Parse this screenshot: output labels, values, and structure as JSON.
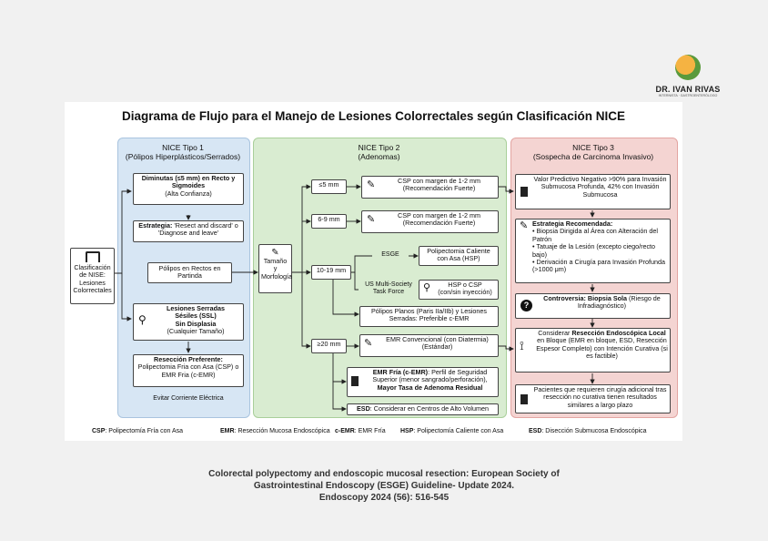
{
  "logo": {
    "name": "DR. IVAN RIVAS",
    "subtitle": "INTERNISTA · GASTROENTERÓLOGO"
  },
  "title": "Diagrama de Flujo para el Manejo de Lesiones Colorrectales según Clasificación NICE",
  "start": {
    "line1": "Clasificación",
    "line2": "de NISE:",
    "line3": "Lesiones",
    "line4": "Colorrectales"
  },
  "size_node": {
    "line1": "Tamaño y",
    "line2": "Morfología"
  },
  "nice1": {
    "header1": "NICE Tipo 1",
    "header2": "(Pólipos Hiperplásticos/Serrados)",
    "diminutas_bold": "Diminutas (≤5 mm) en Recto y Sigmoides",
    "diminutas_sub": "(Alta Confianza)",
    "estrategia_bold": "Estrategia:",
    "estrategia_text": " 'Resect and discard' o 'Diagnose and leave'",
    "polipos_recto": "Pólipos en Rectos en Partinda",
    "ssl_l1": "Lesiones Serradas",
    "ssl_l2": "Sésiles (SSL)",
    "ssl_l3": "Sin Displasia",
    "ssl_l4": "(Cualquier Tamaño)",
    "reseccion_bold": "Resección Preferente:",
    "reseccion_text": "Polipectomia Fria con Asa (CSP) o EMR Fria (c-EMR)",
    "evitar": "Evitar Corriente Eléctrica"
  },
  "nice2": {
    "header1": "NICE Tipo 2",
    "header2": "(Adenomas)",
    "size1": "≤5 mm",
    "size2": "6-9 mm",
    "size3": "10-19 mm",
    "size4": "≥20 mm",
    "csp1_l1": "CSP con margen de 1-2 mm",
    "csp1_l2": "(Recomendación Fuerte)",
    "csp2_l1": "CSP con margen de 1-2 mm",
    "csp2_l2": "(Recomendación Fuerte)",
    "esge_label": "ESGE",
    "hsp_l1": "Polipectomia Caliente",
    "hsp_l2": "con Asa (HSP)",
    "us_label": "US Multi-Society Task Force",
    "hsp_csp_l1": "HSP o CSP",
    "hsp_csp_l2": "(con/sin inyección)",
    "planos": "Pólipos Planos (Paris IIa/IIb) y Lesiones Serradas: Preferible c-EMR",
    "emr_conv_l1": "EMR Convencional (con Diatermia)",
    "emr_conv_l2": "(Estándar)",
    "emr_fria_bold": "EMR Fría (c-EMR)",
    "emr_fria_text": ": Perfil de Seguridad Superior (menor sangrado/perforación), ",
    "emr_fria_bold2": "Mayor Tasa de Adenoma Residual",
    "esd_bold": "ESD",
    "esd_text": ": Considerar en Centros de Alto Volumen"
  },
  "nice3": {
    "header1": "NICE Tipo 3",
    "header2": "(Sospecha de Carcinoma Invasivo)",
    "vpn": "Valor Predictivo Negativo >90% para Invasión Submucosa Profunda, 42% con Invasión Submucosa",
    "estrategia_title": "Estrategia Recomendada:",
    "bullet1": "Biopsia Dirigida al Área con Alteración del Patrón",
    "bullet2": "Tatuaje de la Lesión (excepto ciego/recto bajo)",
    "bullet3": "Derivación a Cirugía para Invasión Profunda (>1000 μm)",
    "controversia_bold": "Controversia: Biopsia Sola",
    "controversia_text": " (Riesgo de Infradiagnóstico)",
    "considerar_l1": "Considerar ",
    "considerar_bold": "Resección Endoscópica Local",
    "considerar_text": " en Bloque (EMR en bloque, ESD, Resección Espesor Completo) con Intención Curativa (si es factible)",
    "pacientes": "Pacientes que requieren cirugía adicional tras resección no curativa tienen resultados similares a largo plazo"
  },
  "legend": [
    {
      "abbr": "CSP",
      "text": ": Polipectomía Fría con Asa"
    },
    {
      "abbr": "EMR",
      "text": ": Resección Mucosa Endoscópica"
    },
    {
      "abbr": "c-EMR",
      "text": ": EMR Fría"
    },
    {
      "abbr": "HSP",
      "text": ": Polipectomía Caliente con Asa"
    },
    {
      "abbr": "ESD",
      "text": ": Disección Submucosa Endoscópica"
    }
  ],
  "caption": {
    "line1": "Colorectal polypectomy and endoscopic mucosal resection: European Society  of",
    "line2": "Gastrointestinal Endoscopy (ESGE) Guideline- Update 2024.",
    "line3": "Endoscopy 2024 (56): 516-545"
  },
  "colors": {
    "nice1": "#d7e6f4",
    "nice2": "#d9ecd1",
    "nice3": "#f4d4d2"
  }
}
